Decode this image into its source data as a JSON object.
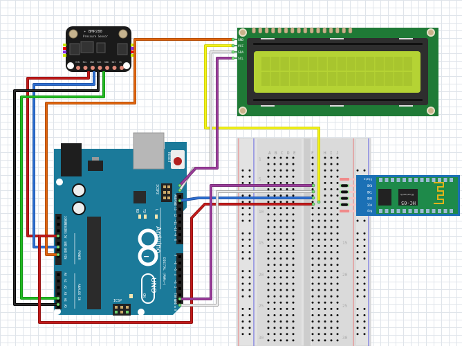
{
  "diagram": {
    "title": "Arduino UNO + BMP280 + 16x2 I2C LCD + HC-05 Bluetooth breadboard wiring",
    "colors": {
      "arduino_board": "#1b7a9a",
      "lcd_pcb": "#1f7a36",
      "lcd_screen": "#b5d334",
      "hc05_board": "#1b70b5",
      "hc05_pcb": "#1e8a4a",
      "bmp_board": "#1a1a1a",
      "breadboard": "#e1e1e1",
      "wire_red": "#c21a1a",
      "wire_blue": "#2d6fd1",
      "wire_black": "#1a1a1a",
      "wire_green": "#22bb22",
      "wire_orange": "#e0650f",
      "wire_yellow": "#f2f21a",
      "wire_white": "#bfbfbf",
      "wire_purple": "#9b3d9b"
    }
  },
  "bmp280": {
    "name": "BMP280",
    "subtitle": "Pressure Sensor",
    "pins": [
      "VIN",
      "3Vo",
      "GND",
      "SCK",
      "SDO",
      "SDI",
      "CS"
    ]
  },
  "lcd": {
    "pins": [
      "GND",
      "VCC",
      "SDA",
      "SCL"
    ],
    "rows": 2,
    "cols": 16
  },
  "hc05": {
    "label": "HC-05",
    "sublabel": "Bluetooth",
    "pins": [
      "State",
      "RXD",
      "TXD",
      "GND",
      "VCC",
      "Key"
    ]
  },
  "arduino": {
    "brand": "Arduino",
    "model": "UNO",
    "reset_label": "RESET",
    "icsp2_label": "ICSP2",
    "icsp_label": "ICSP",
    "on_label": "ON",
    "led_labels": [
      "TX",
      "RX",
      "L"
    ],
    "power_header": [
      "IOREF",
      "RESET",
      "3V3",
      "5V",
      "GND",
      "GND",
      "VIN"
    ],
    "power_title": "POWER",
    "analog_header": [
      "A0",
      "A1",
      "A2",
      "A3",
      "A4",
      "A5"
    ],
    "analog_title": "ANALOG IN",
    "digital_top": [
      "AREF",
      "GND",
      "13",
      "12",
      "~11",
      "~10",
      "~9",
      "8"
    ],
    "digital_bottom": [
      "7",
      "~6",
      "~5",
      "4",
      "~3",
      "2",
      "TX0 ▶ 1",
      "RX0 ◀ 0"
    ],
    "digital_title": "DIGITAL (PWM=~)"
  },
  "breadboard": {
    "columns_left": [
      "A",
      "B",
      "C",
      "D",
      "E"
    ],
    "columns_right": [
      "F",
      "G",
      "H",
      "I",
      "J"
    ],
    "row_numbers": [
      "1",
      "5",
      "10",
      "15",
      "20",
      "25",
      "30"
    ]
  }
}
